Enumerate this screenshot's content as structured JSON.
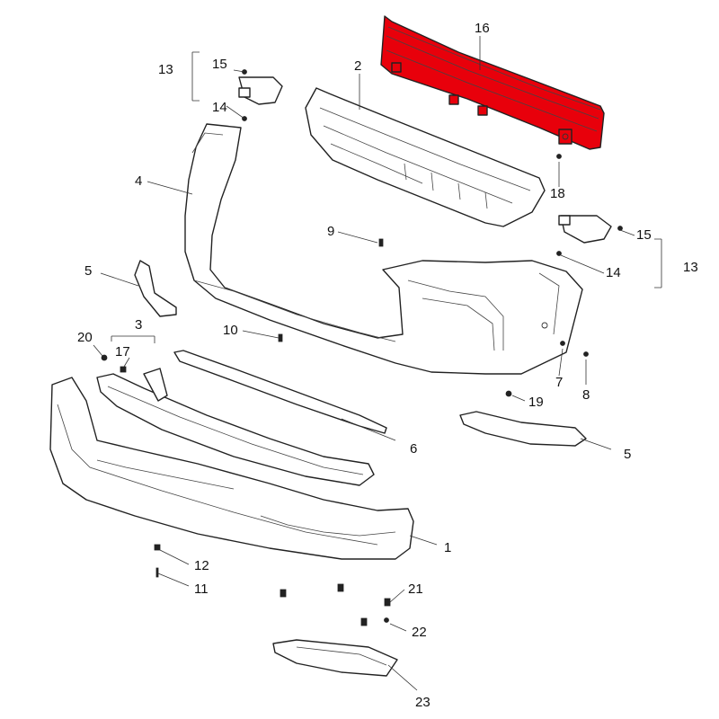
{
  "colors": {
    "highlight": "#e8000b",
    "line": "#222222",
    "background": "#ffffff"
  },
  "callouts": {
    "c1": "1",
    "c2": "2",
    "c3": "3",
    "c4": "4",
    "c5a": "5",
    "c5b": "5",
    "c6": "6",
    "c7": "7",
    "c8": "8",
    "c9": "9",
    "c10": "10",
    "c11": "11",
    "c12": "12",
    "c13a": "13",
    "c13b": "13",
    "c14a": "14",
    "c14b": "14",
    "c15a": "15",
    "c15b": "15",
    "c16": "16",
    "c17": "17",
    "c18": "18",
    "c19": "19",
    "c20": "20",
    "c21": "21",
    "c22": "22",
    "c23": "23"
  }
}
